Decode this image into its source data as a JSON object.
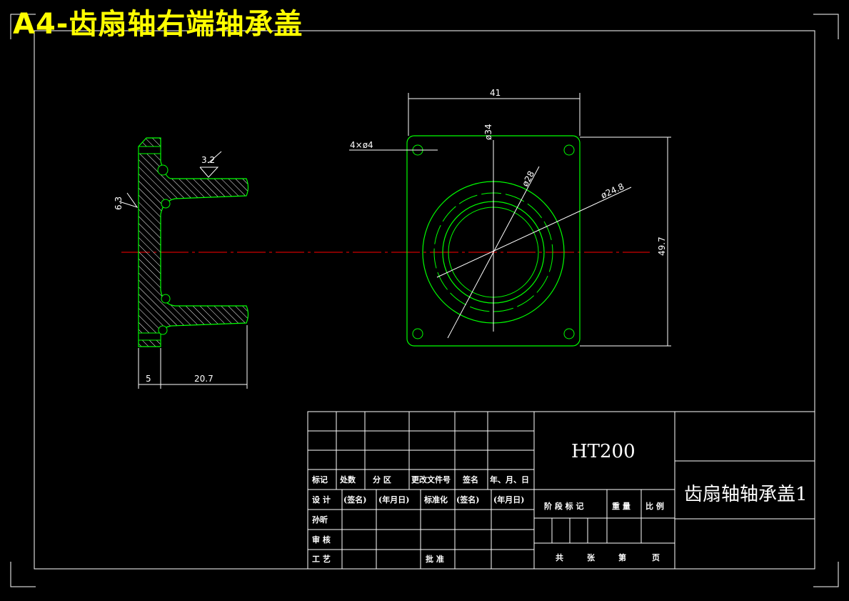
{
  "drawing_title": "A4-齿扇轴右端轴承盖",
  "colors": {
    "background": "#000000",
    "border": "#ffffff",
    "outline": "#00ff00",
    "centerline": "#ff0000",
    "dimension": "#ffffff",
    "title": "#ffff00"
  },
  "section_view": {
    "dim_thickness": "5",
    "dim_length": "20.7",
    "roughness_top": "3.2",
    "roughness_left": "6.3"
  },
  "front_view": {
    "dim_width": "41",
    "dim_height": "49.7",
    "dim_d34": "ø34",
    "dim_d28": "ø28",
    "dim_d248": "ø24.8",
    "dim_holes": "4×ø4"
  },
  "title_block": {
    "material": "HT200",
    "part_name": "齿扇轴轴承盖1",
    "row_labels": {
      "biaoji": "标记",
      "chushu": "处数",
      "fenqu": "分 区",
      "genggai": "更改文件号",
      "qianming": "签名",
      "nianyueri": "年、月、日"
    },
    "design_row": {
      "sheji": "设 计",
      "qianming1": "(签名)",
      "nianyueri1": "(年月日)",
      "biaozhunhua": "标准化",
      "qianming2": "(签名)",
      "nianyueri2": "(年月日)"
    },
    "designer": "孙昕",
    "shenhe": "审 核",
    "gongyi": "工 艺",
    "pizhun": "批 准",
    "stage_labels": {
      "jieduan": "阶 段 标 记",
      "zhongliang": "重 量",
      "bili": "比 例"
    },
    "sheet_labels": {
      "gong": "共",
      "zhang": "张",
      "di": "第",
      "ye": "页"
    }
  }
}
